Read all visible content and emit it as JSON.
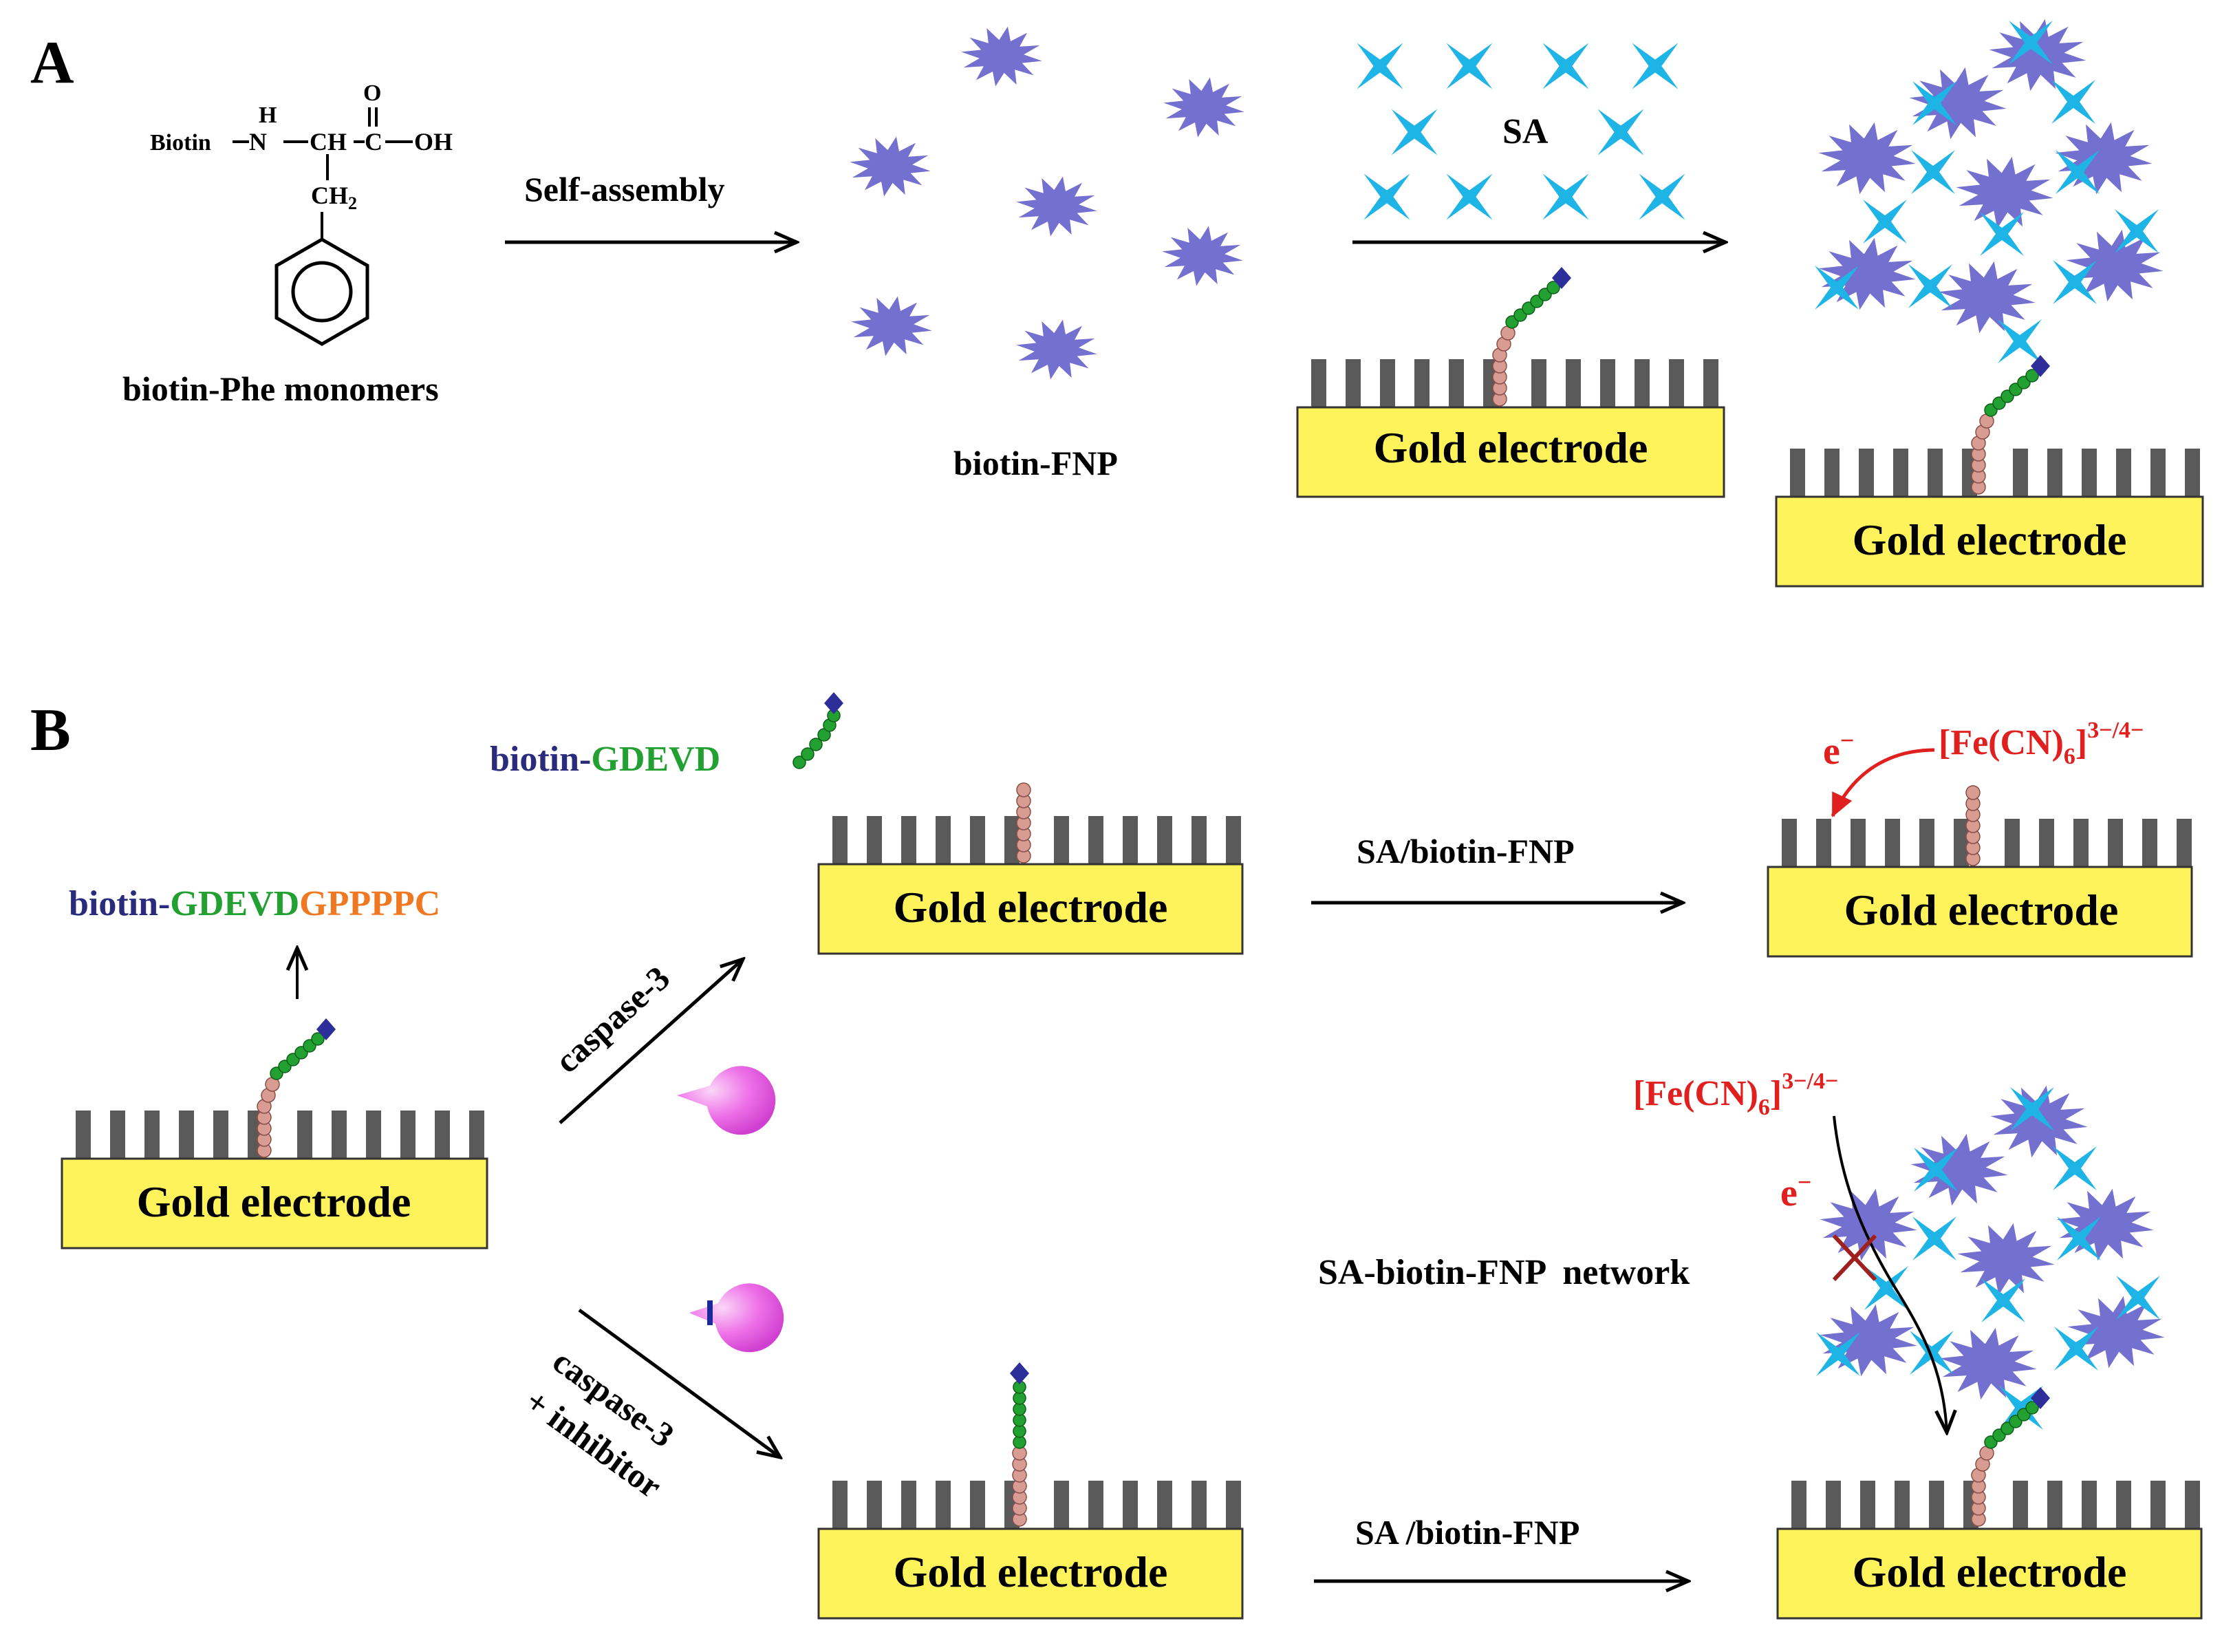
{
  "panel_a": {
    "label": "A",
    "monomer_caption": "biotin-Phe monomers",
    "structure": {
      "biotin": "Biotin",
      "h": "H",
      "n": "N",
      "ch": "CH",
      "o": "O",
      "c": "C",
      "oh": "OH",
      "ch2": "CH",
      "ch2_sub": "2"
    },
    "arrow1_label": "Self-assembly",
    "fnp_caption": "biotin-FNP",
    "sa_label": "SA",
    "electrode_1": "Gold electrode",
    "electrode_2": "Gold electrode"
  },
  "panel_b": {
    "label": "B",
    "peptide_full": {
      "part1": "biotin-",
      "part2": "GDEVD",
      "part3": "GPPPPC"
    },
    "peptide_cleaved": {
      "part1": "biotin-",
      "part2": "GDEVD"
    },
    "electrode_start": "Gold electrode",
    "electrode_cleaved": "Gold electrode",
    "electrode_cleaved_after": "Gold electrode",
    "electrode_inhibited": "Gold electrode",
    "electrode_network": "Gold electrode",
    "caspase_label": "caspase-3",
    "inhibitor_label_1": "caspase-3",
    "inhibitor_label_2": "+ inhibitor",
    "arrow_top_label": "SA/biotin-FNP",
    "arrow_bottom_label": "SA /biotin-FNP",
    "network_label": "SA-biotin-FNP  network",
    "electron": "e",
    "electron_sup": "−",
    "redox_main": "[Fe(CN)",
    "redox_sub": "6",
    "redox_close": "]",
    "redox_sup": "3−/4−"
  },
  "colors": {
    "nanoparticle": "#7470D0",
    "streptavidin": "#1FB4E6",
    "electrode_fill": "#FFF35C",
    "electrode_pillar": "#5A5A5A",
    "biotin_diamond": "#2E2E9A",
    "gdevd_green": "#22A032",
    "linker_pink": "#D99C92",
    "caspase_pink": "#E055E0",
    "redox_red": "#E0201E",
    "biotin_text": "#2B2B7E",
    "gpppc_orange": "#F07820",
    "block_cross": "#A02020"
  },
  "icons": [
    "star-nanoparticle-icon",
    "four-point-star-streptavidin-icon",
    "biotin-diamond-icon",
    "caspase-pacman-icon",
    "inhibited-caspase-icon",
    "block-cross-icon"
  ]
}
